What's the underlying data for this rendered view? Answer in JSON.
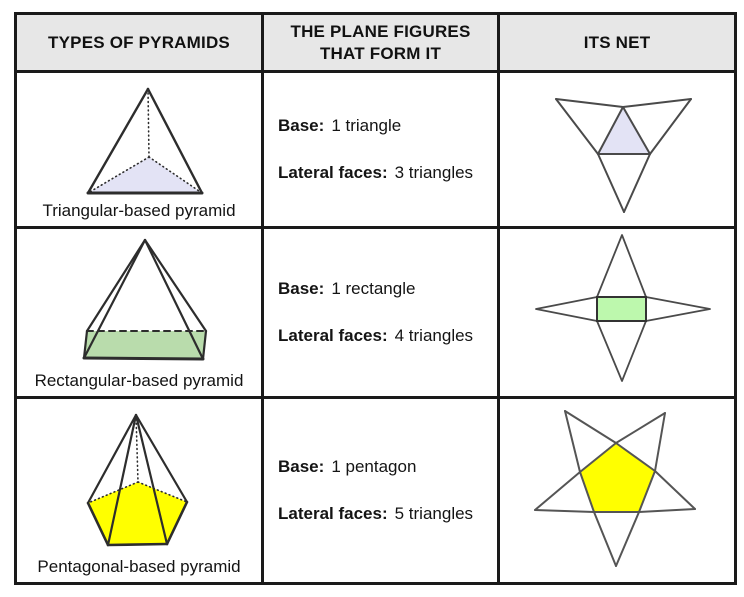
{
  "table": {
    "headers": [
      "TYPES OF PYRAMIDS",
      "THE PLANE FIGURES THAT FORM IT",
      "ITS NET"
    ],
    "rows": [
      {
        "figure": "triangular-pyramid",
        "name": "Triangular-based pyramid",
        "base_label": "Base:",
        "base_value": "1 triangle",
        "lateral_label": "Lateral faces:",
        "lateral_value": "3 triangles"
      },
      {
        "figure": "rectangular-pyramid",
        "name": "Rectangular-based pyramid",
        "base_label": "Base:",
        "base_value": "1 rectangle",
        "lateral_label": "Lateral faces:",
        "lateral_value": "4 triangles"
      },
      {
        "figure": "pentagonal-pyramid",
        "name": "Pentagonal-based pyramid",
        "base_label": "Base:",
        "base_value": "1 pentagon",
        "lateral_label": "Lateral faces:",
        "lateral_value": "5 triangles"
      }
    ]
  },
  "colors": {
    "lavender": "#e3e3f5",
    "sage_green": "#b9dcac",
    "net_green": "#bdf8ad",
    "yellow": "#ffff00",
    "white": "#ffffff",
    "header_bg": "#e7e7e7",
    "grid_line": "#1a1a1a",
    "solid_stroke": "#2d2d2d",
    "net_stroke": "#4a4a4a"
  }
}
